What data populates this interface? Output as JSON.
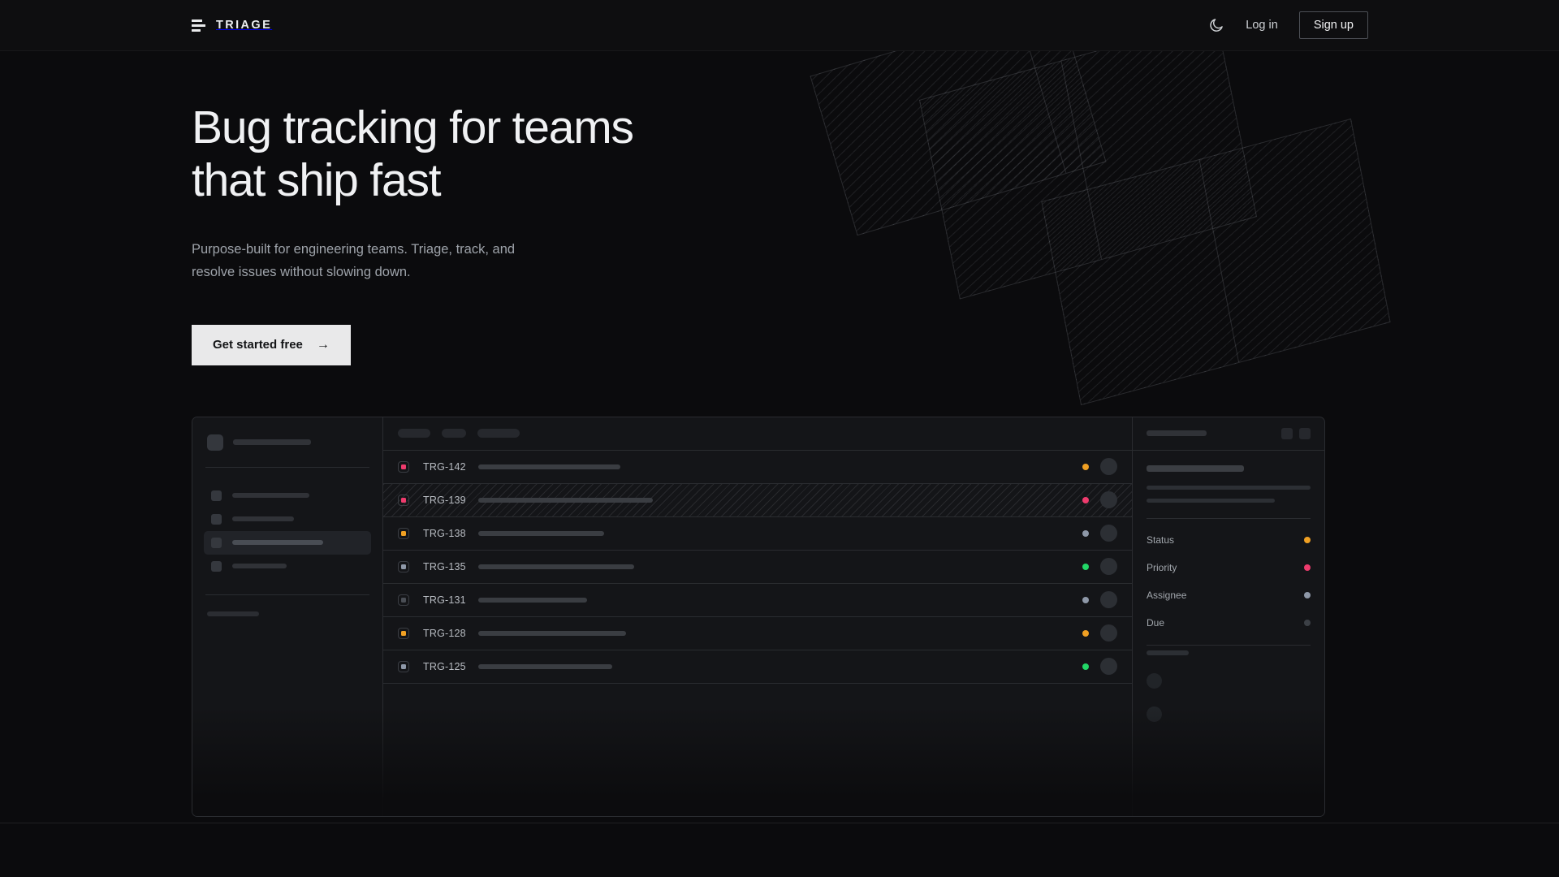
{
  "header": {
    "brand": "TRIAGE",
    "brand_icon": "bars-logo-icon",
    "theme_toggle_icon": "moon-icon",
    "login_label": "Log in",
    "signup_label": "Sign up"
  },
  "hero": {
    "title_line1": "Bug tracking for teams",
    "title_line2": "that ship fast",
    "subtitle_line1": "Purpose-built for engineering teams. Triage, track, and",
    "subtitle_line2": "resolve issues without slowing down.",
    "cta_label": "Get started free",
    "cta_arrow": "→"
  },
  "mockup": {
    "detail": {
      "meta": [
        {
          "label": "Status",
          "color": "#f0a023"
        },
        {
          "label": "Priority",
          "color": "#ee3b6d"
        },
        {
          "label": "Assignee",
          "color": "#8e98a8"
        },
        {
          "label": "Due",
          "color": "#3c4046"
        }
      ]
    },
    "issues": [
      {
        "key": "TRG-142",
        "priority_color": "#ee3b6d",
        "status_color": "#f0a023",
        "title_width": 175,
        "selected": false
      },
      {
        "key": "TRG-139",
        "priority_color": "#ee3b6d",
        "status_color": "#ee3b6d",
        "title_width": 215,
        "selected": true
      },
      {
        "key": "TRG-138",
        "priority_color": "#f0a023",
        "status_color": "#8e98a8",
        "title_width": 155,
        "selected": false
      },
      {
        "key": "TRG-135",
        "priority_color": "#8e98a8",
        "status_color": "#22d767",
        "title_width": 192,
        "selected": false
      },
      {
        "key": "TRG-131",
        "priority_color": "#4a4e55",
        "status_color": "#8e98a8",
        "title_width": 134,
        "selected": false
      },
      {
        "key": "TRG-128",
        "priority_color": "#f0a023",
        "status_color": "#f0a023",
        "title_width": 182,
        "selected": false
      },
      {
        "key": "TRG-125",
        "priority_color": "#8e98a8",
        "status_color": "#22d767",
        "title_width": 165,
        "selected": false
      }
    ]
  },
  "palette": {
    "background": "#0b0b0d",
    "surface": "#141518",
    "border": "#2a2c30",
    "accent_pink": "#ee3b6d",
    "accent_orange": "#f0a023",
    "accent_green": "#22d767",
    "accent_slate": "#8e98a8"
  }
}
